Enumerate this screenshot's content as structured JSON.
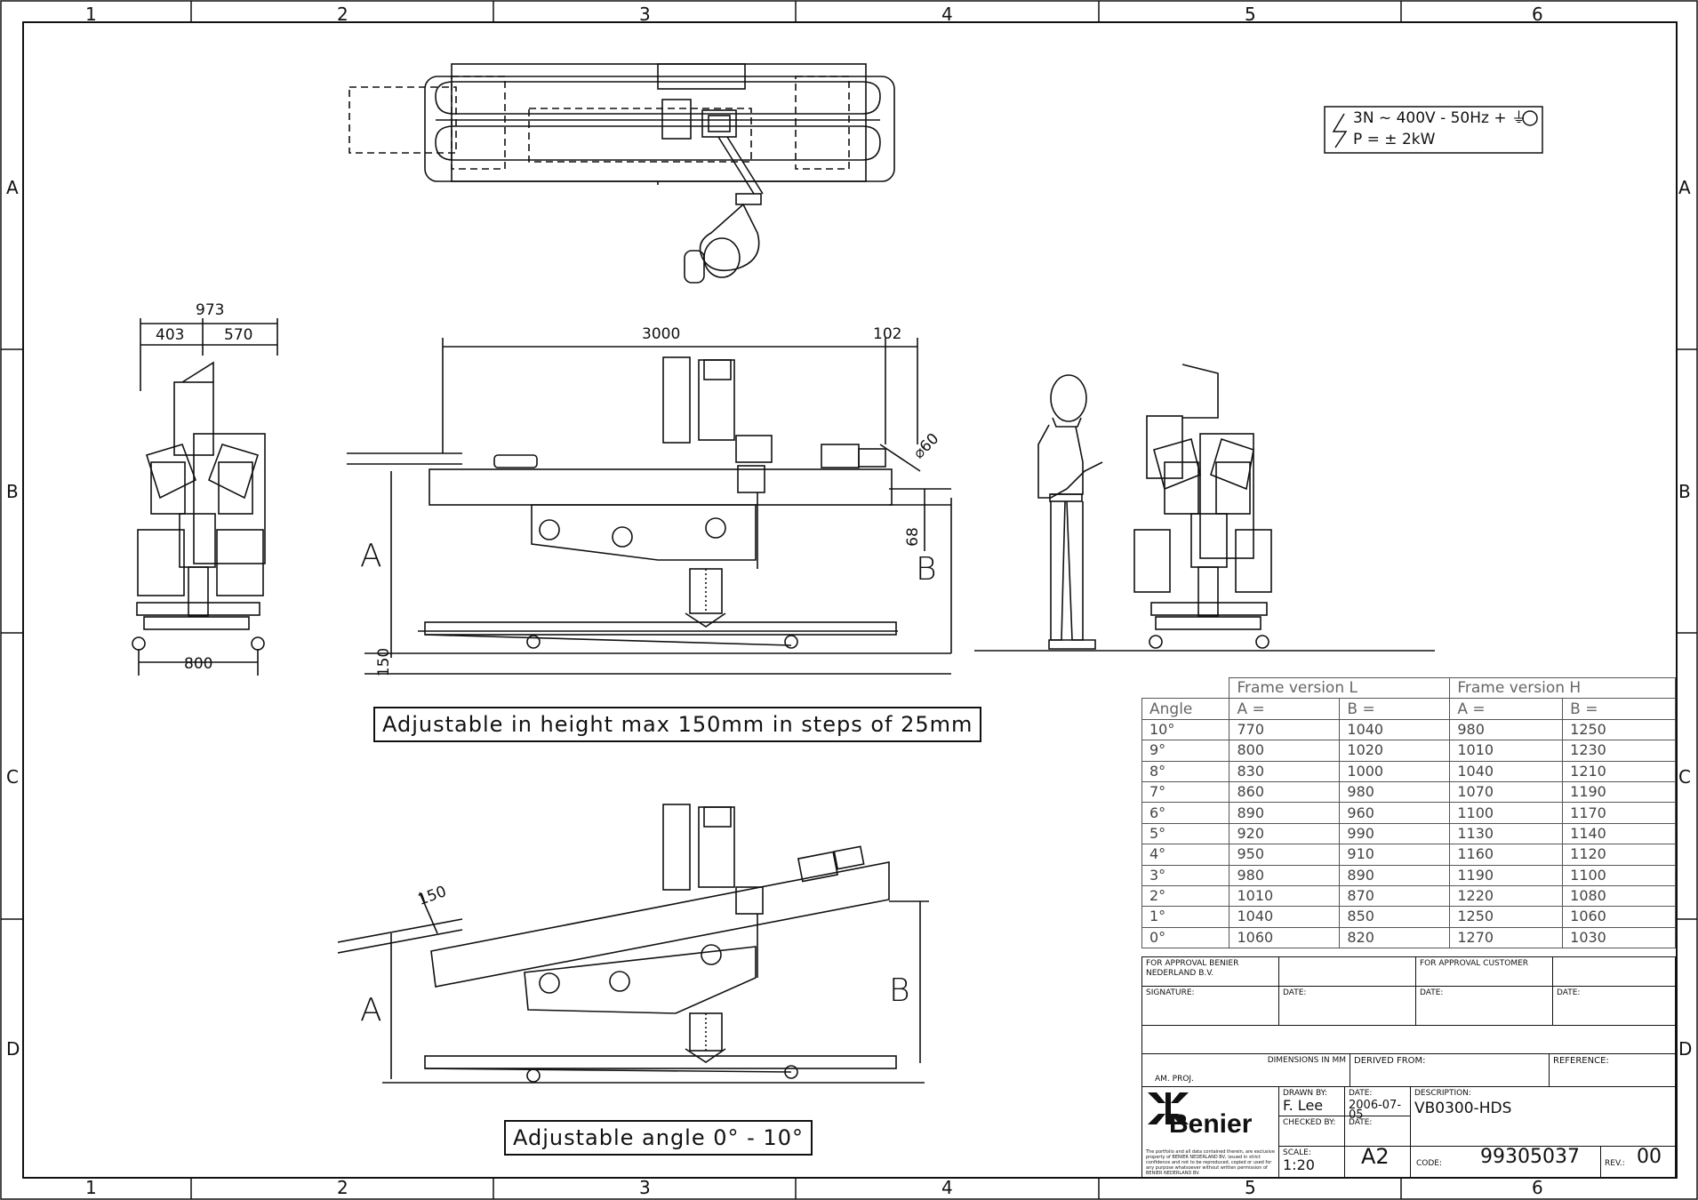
{
  "zones": {
    "columns": [
      "1",
      "2",
      "3",
      "4",
      "5",
      "6"
    ],
    "rows": [
      "A",
      "B",
      "C",
      "D"
    ]
  },
  "power": {
    "line1": "3N ~ 400V - 50Hz + ⏚",
    "line2": "P = ± 2kW"
  },
  "dimensions": {
    "width_total": "973",
    "width_left": "403",
    "width_right": "570",
    "base_width": "800",
    "length": "3000",
    "overhang": "102",
    "diameter": "⌀60",
    "offset": "68",
    "step": "150",
    "angled_offset": "150",
    "label_a": "A",
    "label_b": "B"
  },
  "captions": {
    "height": "Adjustable in height max 150mm in steps of 25mm",
    "angle": "Adjustable angle 0° - 10°"
  },
  "table": {
    "group_l": "Frame version L",
    "group_h": "Frame version H",
    "col_angle": "Angle",
    "col_a": "A =",
    "col_b": "B =",
    "rows": [
      [
        "10°",
        "770",
        "1040",
        "980",
        "1250"
      ],
      [
        "9°",
        "800",
        "1020",
        "1010",
        "1230"
      ],
      [
        "8°",
        "830",
        "1000",
        "1040",
        "1210"
      ],
      [
        "7°",
        "860",
        "980",
        "1070",
        "1190"
      ],
      [
        "6°",
        "890",
        "960",
        "1100",
        "1170"
      ],
      [
        "5°",
        "920",
        "990",
        "1130",
        "1140"
      ],
      [
        "4°",
        "950",
        "910",
        "1160",
        "1120"
      ],
      [
        "3°",
        "980",
        "890",
        "1190",
        "1100"
      ],
      [
        "2°",
        "1010",
        "870",
        "1220",
        "1080"
      ],
      [
        "1°",
        "1040",
        "850",
        "1250",
        "1060"
      ],
      [
        "0°",
        "1060",
        "820",
        "1270",
        "1030"
      ]
    ]
  },
  "title_block": {
    "approval_benier": "FOR APPROVAL BENIER NEDERLAND B.V.",
    "approval_customer": "FOR APPROVAL CUSTOMER",
    "signature": "SIGNATURE:",
    "date": "DATE:",
    "dimensions": "DIMENSIONS IN MM",
    "derived": "DERIVED FROM:",
    "reference": "REFERENCE:",
    "projection": "AM. PROJ.",
    "drawn_by_label": "DRAWN BY:",
    "drawn_by": "F. Lee",
    "date_label": "DATE:",
    "drawn_date": "2006-07-05",
    "checked_by_label": "CHECKED BY:",
    "checked_date_label": "DATE:",
    "scale_label": "SCALE:",
    "scale": "1:20",
    "size": "A2",
    "description_label": "DESCRIPTION:",
    "description": "VB0300-HDS",
    "code_label": "CODE:",
    "code": "99305037",
    "rev_label": "REV.:",
    "rev": "00",
    "company": "Benier",
    "disclaimer": "The portfolio and all data contained therein, are exclusive property of BENIER NEDERLAND BV, issued in strict confidence and not to be reproduced, copied or used for any purpose whatsoever without written permission of BENIER NEDERLAND BV."
  }
}
